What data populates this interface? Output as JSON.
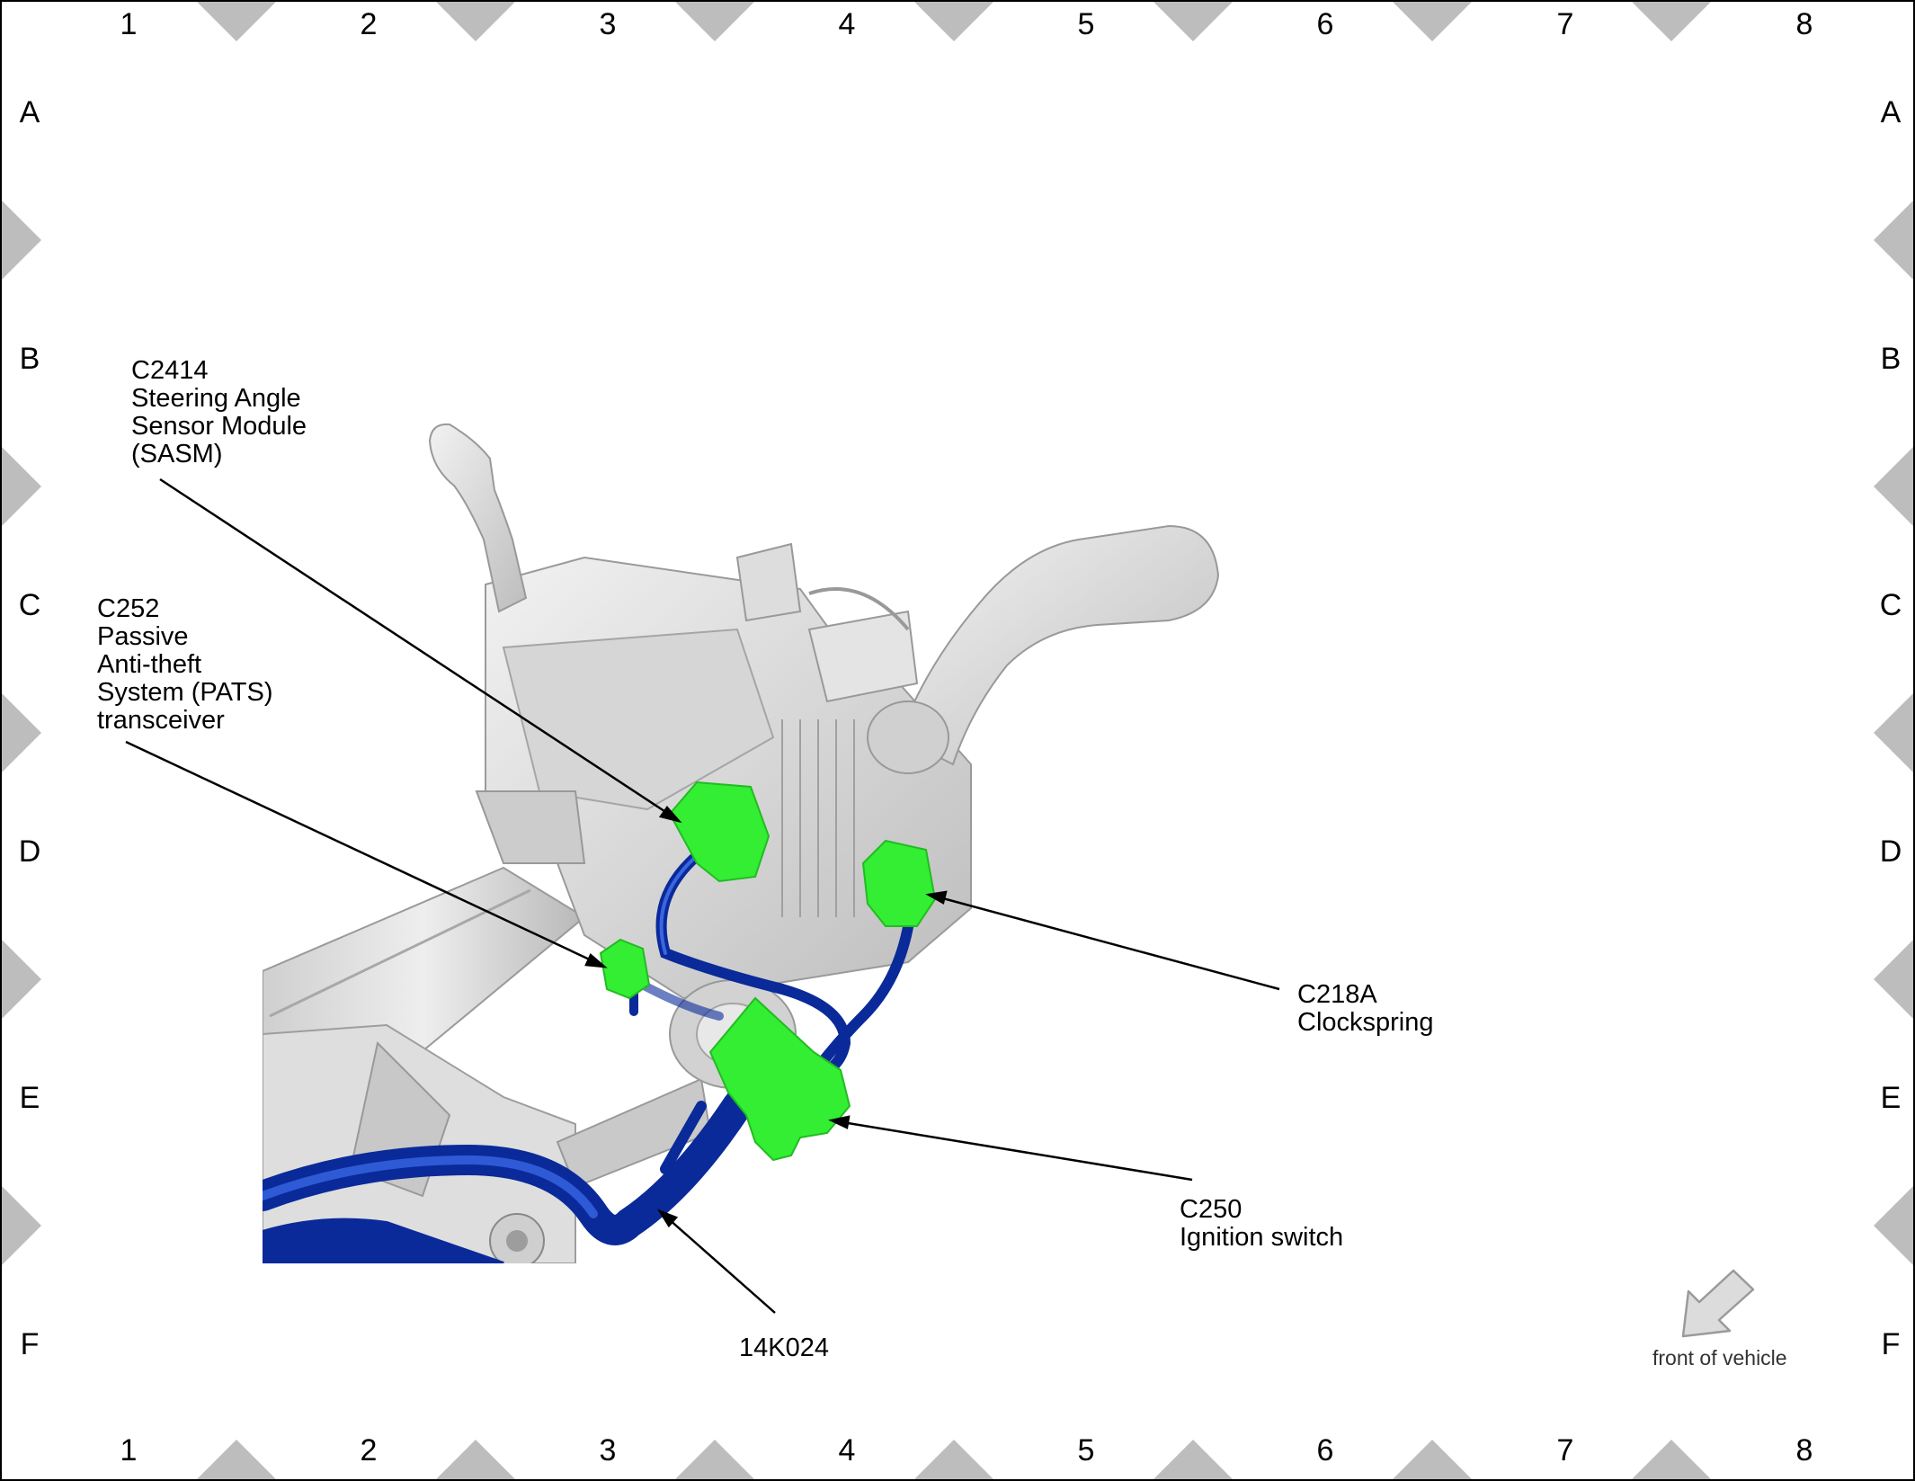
{
  "grid": {
    "columns": [
      "1",
      "2",
      "3",
      "4",
      "5",
      "6",
      "7",
      "8"
    ],
    "rows": [
      "A",
      "B",
      "C",
      "D",
      "E",
      "F"
    ]
  },
  "callouts": {
    "c2414": {
      "code": "C2414",
      "line1": "Steering Angle",
      "line2": "Sensor Module",
      "line3": "(SASM)"
    },
    "c252": {
      "code": "C252",
      "line1": "Passive",
      "line2": "Anti-theft",
      "line3": "System (PATS)",
      "line4": "transceiver"
    },
    "c218a": {
      "code": "C218A",
      "line1": "Clockspring"
    },
    "c250": {
      "code": "C250",
      "line1": "Ignition switch"
    },
    "harness": {
      "code": "14K024"
    }
  },
  "orientation": {
    "label": "front of vehicle"
  },
  "colors": {
    "connector": "#33ee33",
    "harness": "#0a2a9a",
    "component": "#d9d9d9",
    "frame_marker": "#bdbdbd"
  }
}
